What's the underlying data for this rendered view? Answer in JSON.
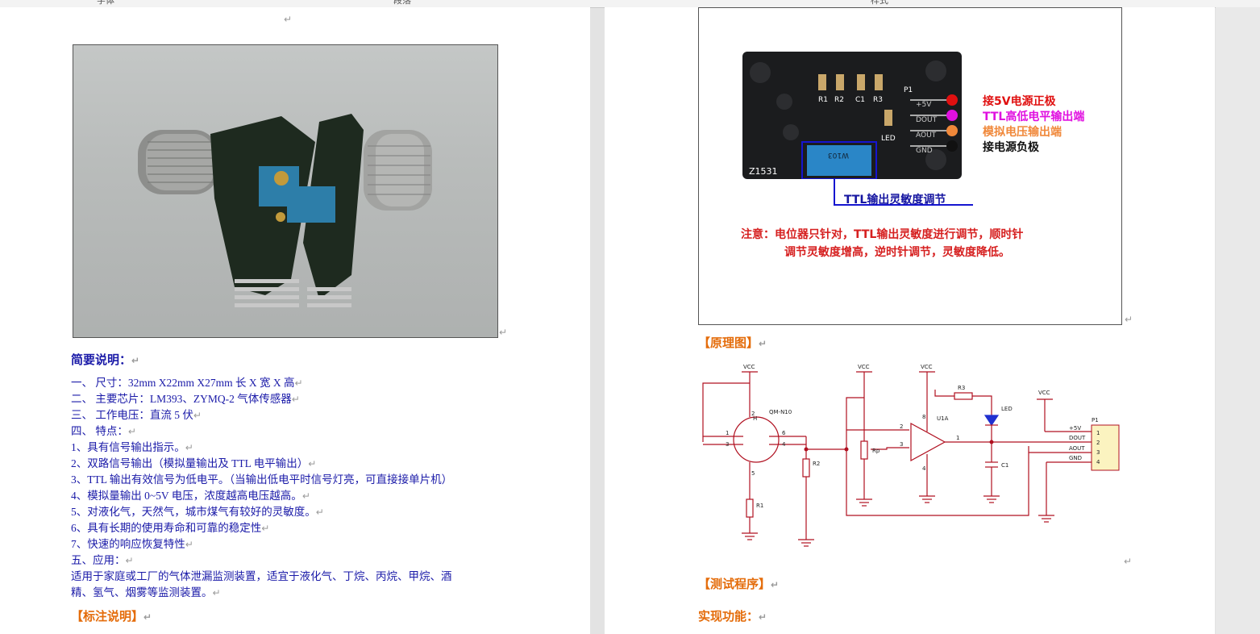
{
  "ruler": {
    "labels": [
      "字体",
      "段落",
      "样式"
    ]
  },
  "left_page": {
    "return_mark": "↵",
    "intro_heading": "简要说明：",
    "items": [
      "一、  尺寸：32mm X22mm X27mm      长 X 宽 X 高",
      "二、  主要芯片：LM393、ZYMQ-2 气体传感器",
      "三、  工作电压：直流 5 伏",
      "四、  特点：",
      "1、具有信号输出指示。",
      "2、双路信号输出（模拟量输出及 TTL 电平输出）",
      "3、TTL 输出有效信号为低电平。（当输出低电平时信号灯亮，可直接接单片机）",
      "4、模拟量输出 0~5V 电压，浓度越高电压越高。",
      "5、对液化气，天然气，城市煤气有较好的灵敏度。",
      "6、具有长期的使用寿命和可靠的稳定性",
      "7、快速的响应恢复特性",
      "五、应用：",
      "适用于家庭或工厂的气体泄漏监测装置，适宜于液化气、丁烷、丙烷、甲烷、酒",
      "精、氢气、烟雾等监测装置。"
    ],
    "label_heading": "【标注说明】"
  },
  "right_page": {
    "module": {
      "pin_labels": [
        "+5V",
        "DOUT",
        "AOUT",
        "GND"
      ],
      "p1_label": "P1",
      "component_labels": [
        "R1",
        "R2",
        "C1",
        "R3"
      ],
      "led_label": "LED",
      "pot_label": "W103",
      "board_label": "Z1531",
      "callouts": [
        "接5V电源正极",
        "TTL高低电平输出端",
        "模拟电压输出端",
        "接电源负极"
      ],
      "callout_colors": [
        "#e01010",
        "#e010e0",
        "#f0883a",
        "#111111"
      ],
      "ttl_adjust": "TTL输出灵敏度调节",
      "note_line1": "注意：电位器只针对，TTL输出灵敏度进行调节，顺时针",
      "note_line2": "调节灵敏度增高，逆时针调节，灵敏度降低。"
    },
    "schematic_heading": "【原理图】",
    "schematic": {
      "vcc": "VCC",
      "sensor": "QM-N10",
      "sensor_h": "H",
      "opamp": "U1A",
      "pot": "Rp",
      "r1": "R1",
      "r2": "R2",
      "r3": "R3",
      "led": "LED",
      "cap": "C1",
      "connector": "P1",
      "pins": [
        "+5V",
        "DOUT",
        "AOUT",
        "GND"
      ],
      "pin_numbers": [
        "1",
        "2",
        "3",
        "4"
      ],
      "sensor_pins": [
        "1",
        "3",
        "2",
        "5",
        "6",
        "4"
      ],
      "opamp_pins": [
        "2",
        "3",
        "1",
        "8",
        "4"
      ]
    },
    "test_heading": "【测试程序】",
    "function_heading": "实现功能："
  }
}
